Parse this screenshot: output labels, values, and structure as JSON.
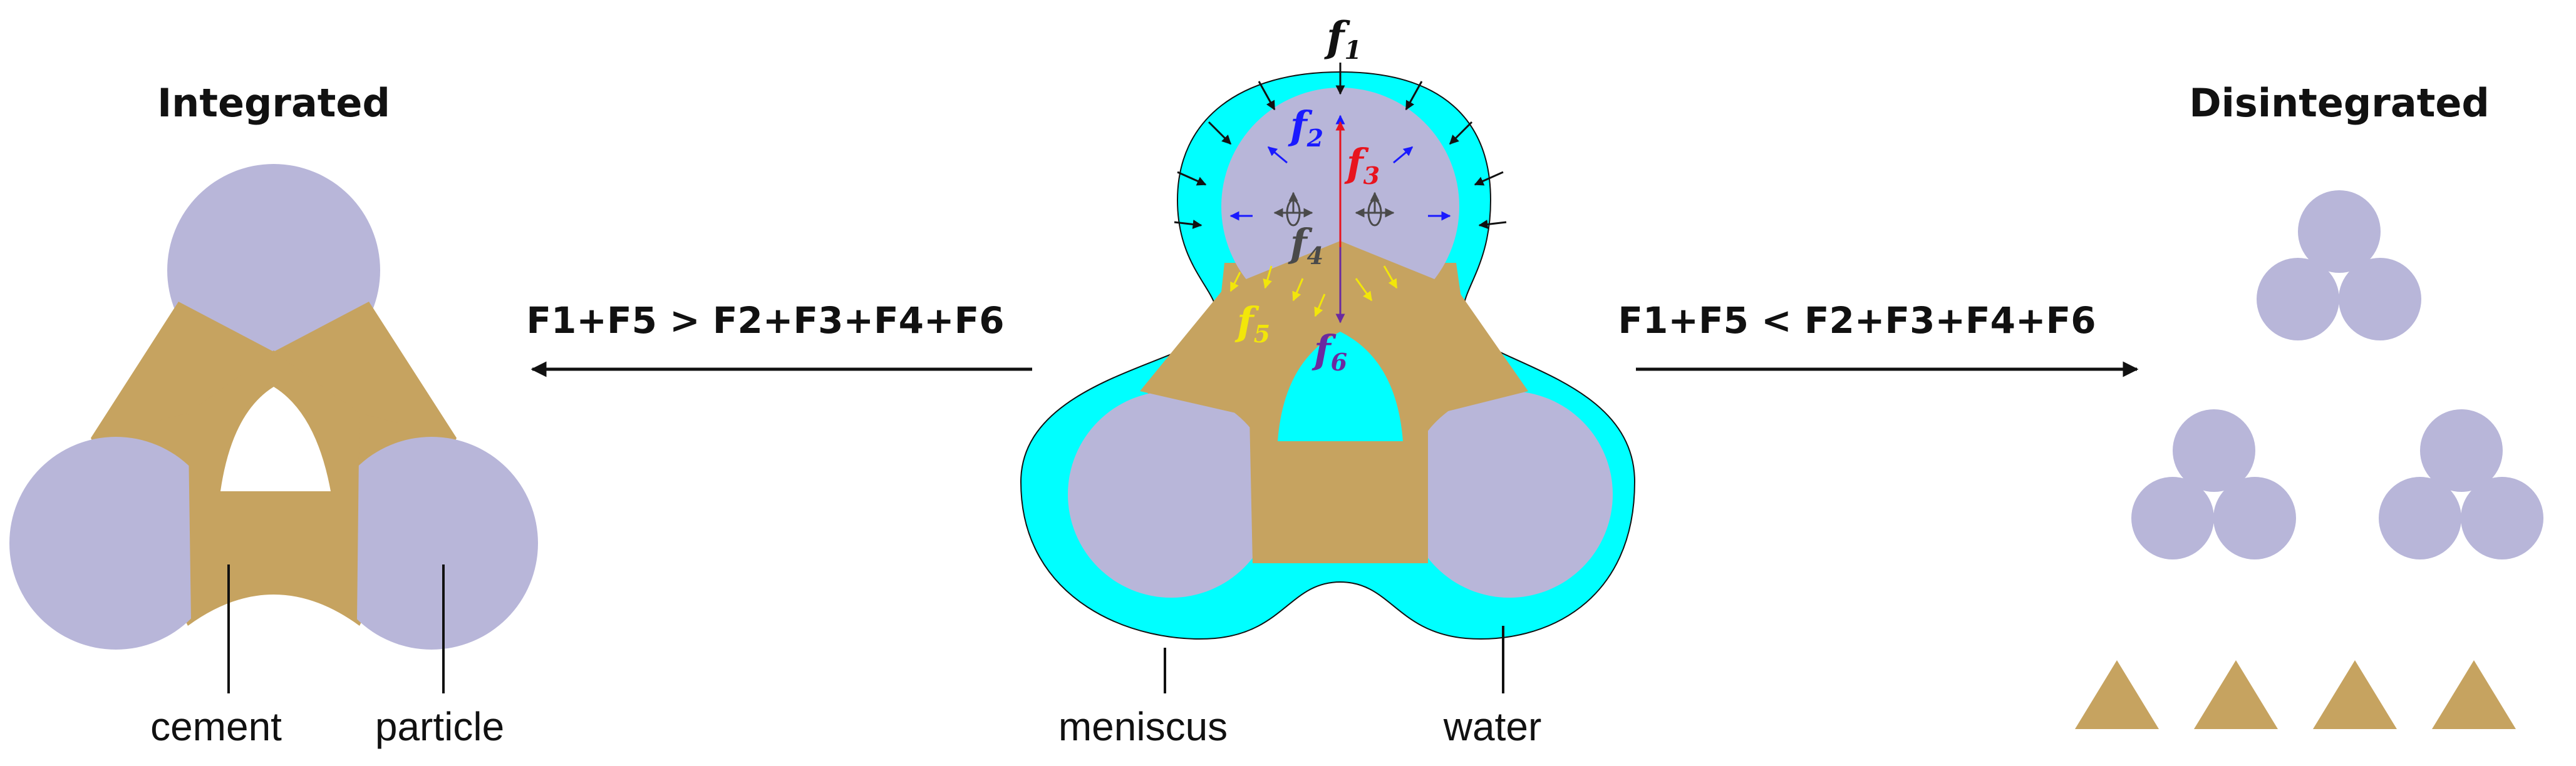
{
  "left_panel": {
    "title": "Integrated",
    "labels": {
      "cement": "cement",
      "particle": "particle"
    }
  },
  "right_panel": {
    "title": "Disintegrated"
  },
  "center_panel": {
    "labels": {
      "meniscus": "meniscus",
      "water": "water"
    },
    "forces": [
      {
        "main": "f",
        "sub": "1",
        "color": "#111111"
      },
      {
        "main": "f",
        "sub": "2",
        "color": "#1a1aff"
      },
      {
        "main": "f",
        "sub": "3",
        "color": "#e8141e"
      },
      {
        "main": "f",
        "sub": "4",
        "color": "#4a4a4a"
      },
      {
        "main": "f",
        "sub": "5",
        "color": "#f2e60a"
      },
      {
        "main": "f",
        "sub": "6",
        "color": "#6a2aa0"
      }
    ]
  },
  "conditions": {
    "left": "F1+F5 > F2+F3+F4+F6",
    "right": "F1+F5 < F2+F3+F4+F6"
  },
  "colors": {
    "particle": "#b8b6d9",
    "cement": "#c6a360",
    "water": "#00ffff",
    "arrow": "#111111"
  }
}
